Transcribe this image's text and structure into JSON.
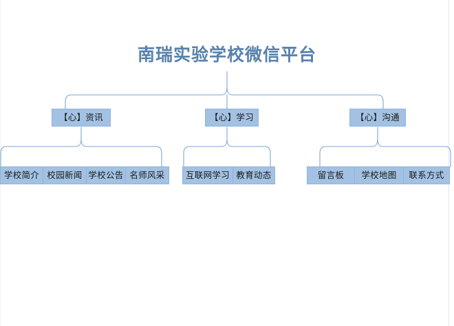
{
  "diagram": {
    "type": "organization-chart",
    "title": "南瑞实验学校微信平台",
    "title_color": "#5881ad",
    "node_fill_color": "#a3c2e3",
    "node_border_color": "#8fb3da",
    "connector_color": "#7ba7d0",
    "background_color": "#ffffff",
    "branches": [
      {
        "label": "【心】资讯",
        "children": [
          {
            "label": "学校简介"
          },
          {
            "label": "校园新闻"
          },
          {
            "label": "学校公告"
          },
          {
            "label": "名师风采"
          }
        ]
      },
      {
        "label": "【心】学习",
        "children": [
          {
            "label": "互联网学习"
          },
          {
            "label": "教育动态"
          }
        ]
      },
      {
        "label": "【心】沟通",
        "children": [
          {
            "label": "留言板"
          },
          {
            "label": "学校地图"
          },
          {
            "label": "联系方式"
          }
        ]
      }
    ]
  }
}
